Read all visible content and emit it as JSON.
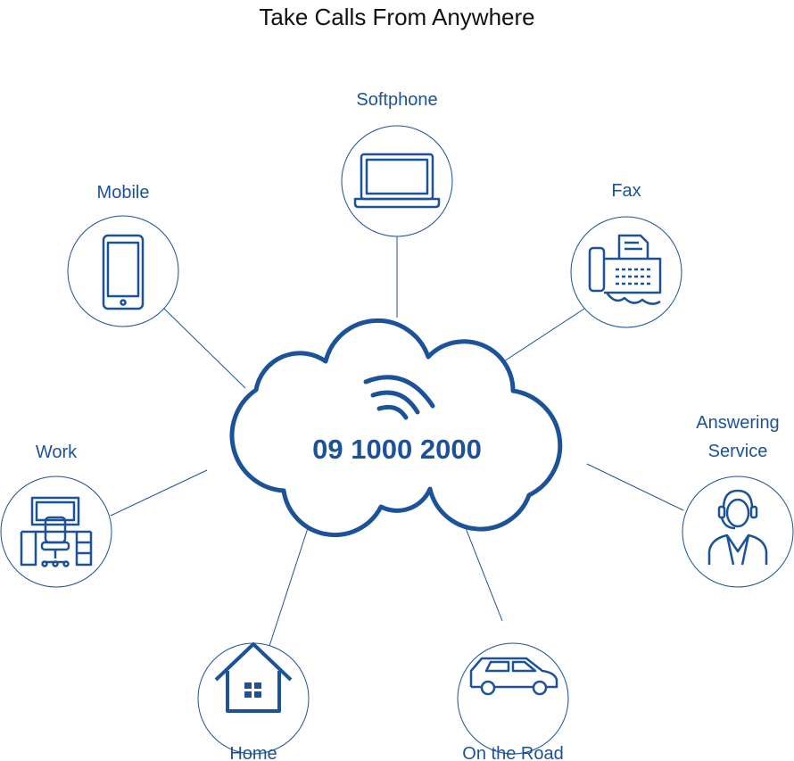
{
  "title": "Take Calls From Anywhere",
  "phone_number": "09 1000 2000",
  "nodes": {
    "softphone": "Softphone",
    "mobile": "Mobile",
    "fax": "Fax",
    "work": "Work",
    "answering_line1": "Answering",
    "answering_line2": "Service",
    "home": "Home",
    "road": "On the Road"
  },
  "colors": {
    "accent": "#1b5299",
    "title": "#111111"
  }
}
